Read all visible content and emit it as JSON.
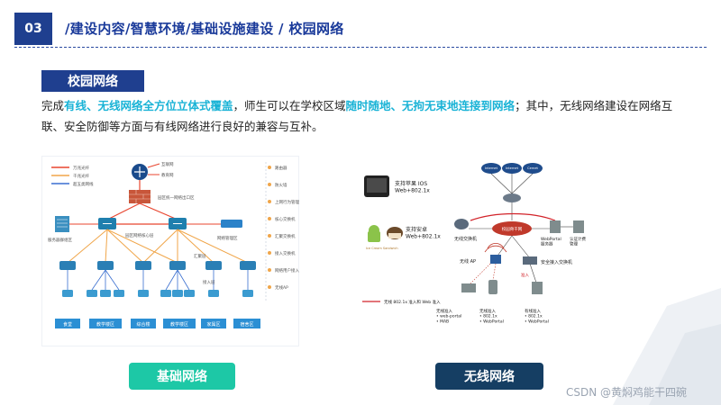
{
  "header": {
    "slide_number": "03",
    "title": "/建设内容/智慧环境/基础设施建设 / 校园网络"
  },
  "section_tag": "校园网络",
  "body": {
    "t1": "完成",
    "h1": "有线、无线网络全方位立体式覆盖",
    "t2": "，师生可以在学校区域",
    "h2": "随时随地、无拘无束地连接到网络",
    "t3": "；其中，无线网络建设在网络互联、安全防御等方面与有线网络进行良好的兼容与互补。"
  },
  "colors": {
    "brand": "#1f3f8f",
    "highlight": "#1ab3d6",
    "wired_button": "#1dc8a6",
    "wireless_button": "#153e63"
  },
  "wired_diagram": {
    "legend_top": [
      "万兆光纤",
      "千兆光纤",
      "超五类网线"
    ],
    "top_labels": [
      "互联网",
      "教育网"
    ],
    "firewall_label": "园区统一网络出口区",
    "core_label": "园区网络核心层",
    "left_label": "服务器群组区",
    "right_label": "网络管理区",
    "agg_label": "汇聚层",
    "access_label": "接入层",
    "zones": [
      "食堂",
      "教学楼区",
      "综合楼",
      "教学楼区",
      "家属区",
      "宿舍区"
    ],
    "legend_right": [
      "路由器",
      "防火墙",
      "上网行为管理",
      "核心交换机",
      "汇聚交换机",
      "接入交换机",
      "网络用户接入",
      "无线AP"
    ]
  },
  "wireless_diagram": {
    "ios_label": "支持苹果 IOS\nWeb+802.1x",
    "android_label": "支持安卓\nWeb+802.1x",
    "android_caption": "Ice Cream Sandwich",
    "cloud_labels": [
      "Internet",
      "Internet",
      "Cernet"
    ],
    "switch_label": "无线交换机",
    "backbone_label": "校园骨干网",
    "webportal_label": "WebPortal\n服务器",
    "auth_label": "认证计费\n管理",
    "ap_label": "无线 AP",
    "access_switch_label": "安全接入交换机",
    "access_label": "准入",
    "legend_label": "无线 802.1x 准入和 Web 准入",
    "wireless_access_1": "无线准入\n• web-portal\n• MAB",
    "wireless_access_2": "无线准入\n• 802.1x\n• WebPortal",
    "wired_access": "有线准入\n• 802.1x\n• WebPortal"
  },
  "buttons": {
    "wired": "基础网络",
    "wireless": "无线网络"
  },
  "watermark": "CSDN @黄焖鸡能干四碗"
}
